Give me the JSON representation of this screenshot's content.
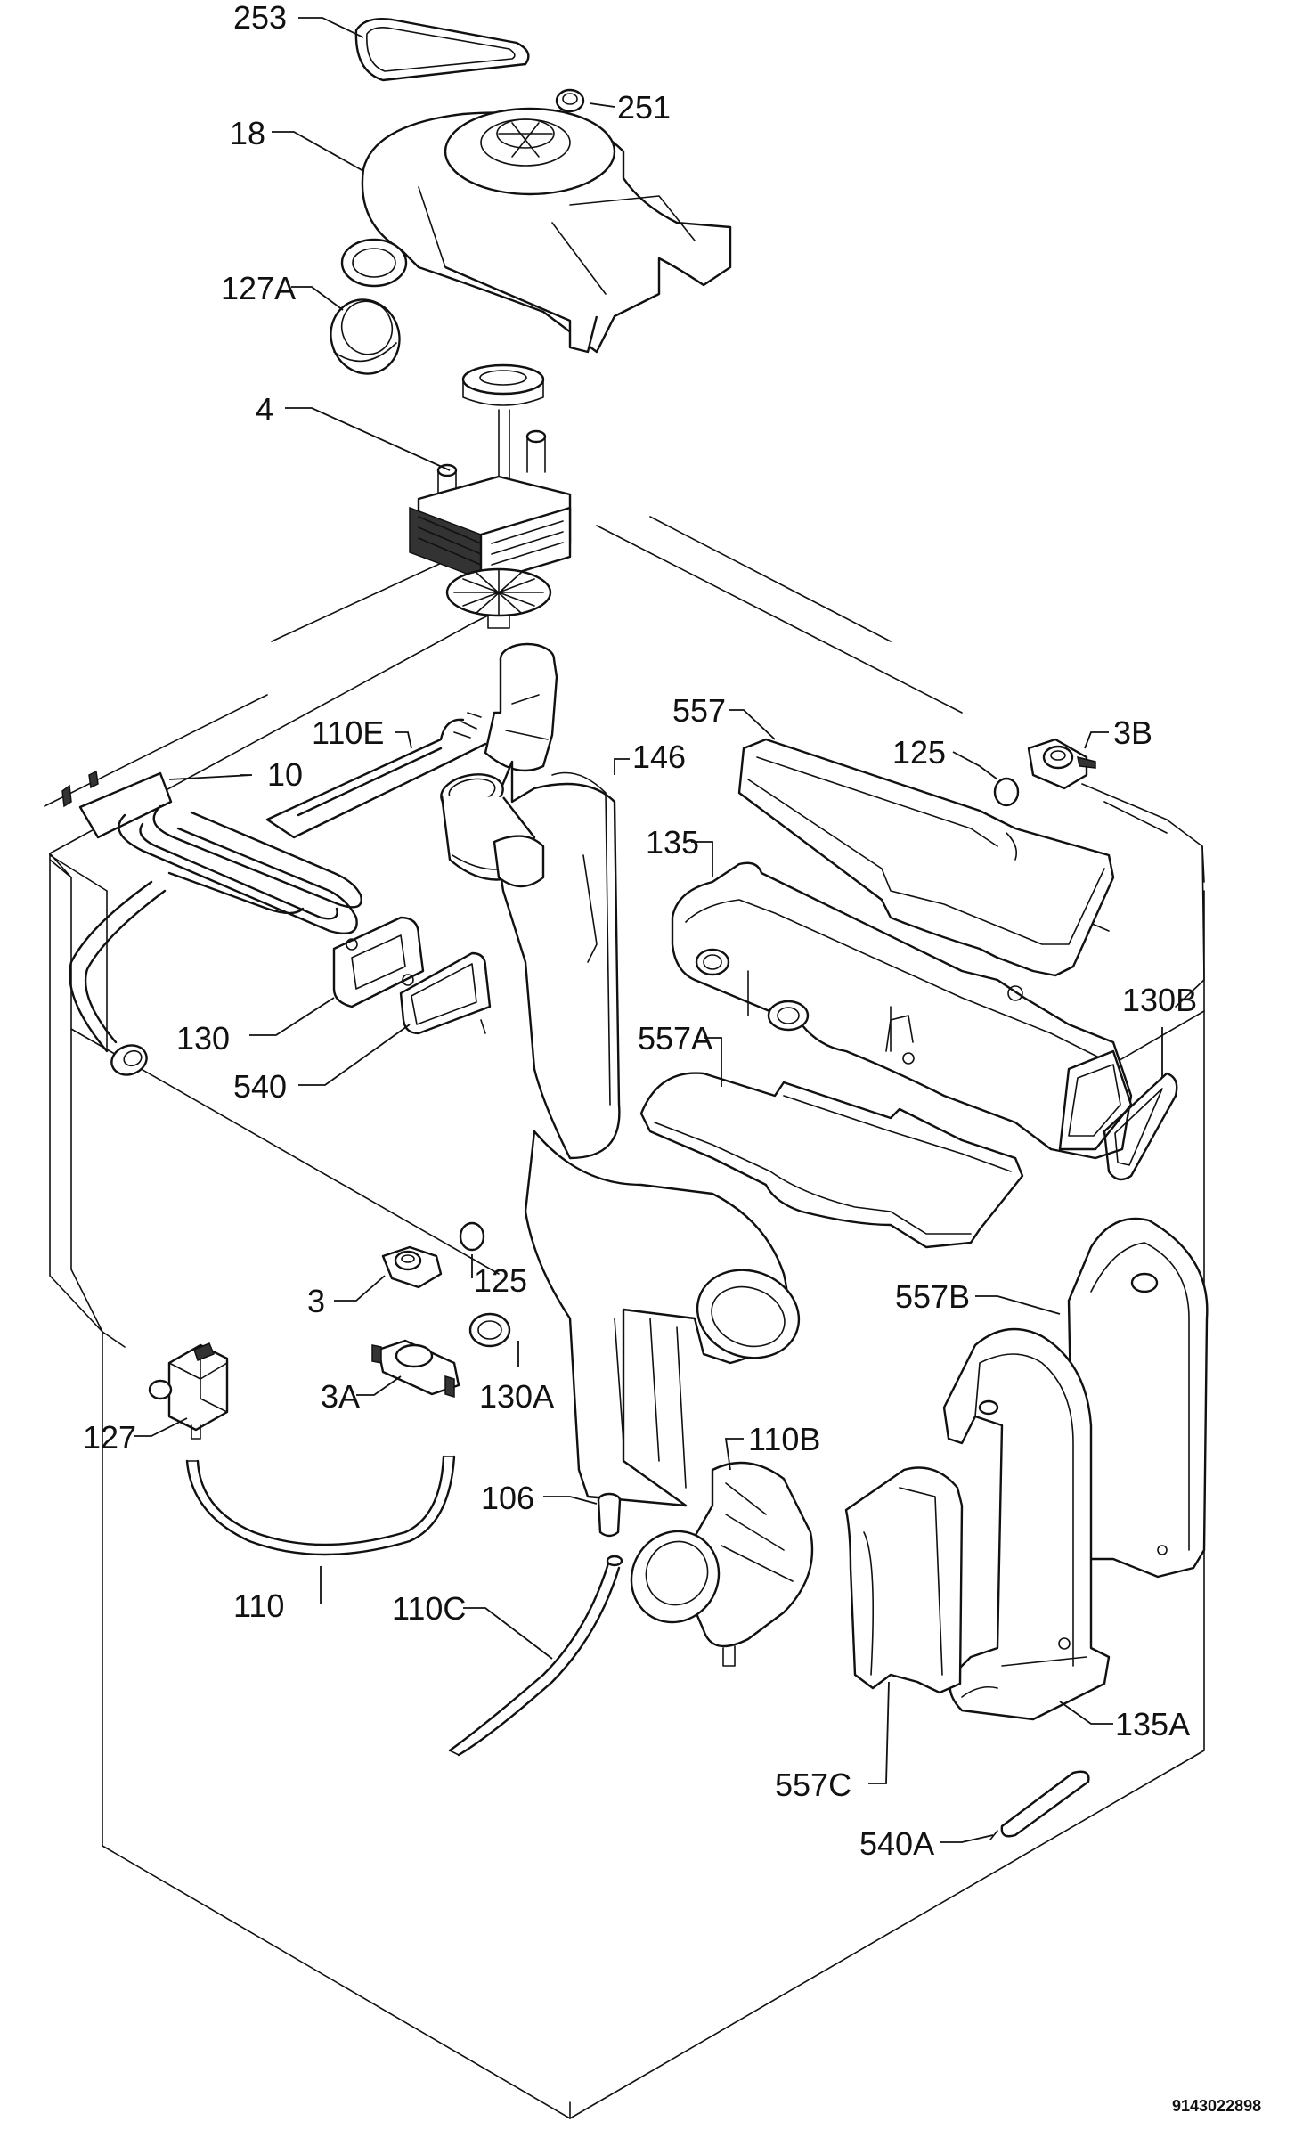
{
  "drawing_code": "9143022898",
  "labels": {
    "p253": "253",
    "p251": "251",
    "p18": "18",
    "p127a": "127A",
    "p4": "4",
    "p110e": "110E",
    "p146": "146",
    "p10": "10",
    "p557": "557",
    "p125a": "125",
    "p3b": "3B",
    "p135": "135",
    "p130": "130",
    "p540": "540",
    "p130b": "130B",
    "p557a": "557A",
    "p3": "3",
    "p125b": "125",
    "p557b": "557B",
    "p3a": "3A",
    "p130a": "130A",
    "p127": "127",
    "p110b": "110B",
    "p106": "106",
    "p110": "110",
    "p110c": "110C",
    "p135a": "135A",
    "p557c": "557C",
    "p540a": "540A"
  }
}
